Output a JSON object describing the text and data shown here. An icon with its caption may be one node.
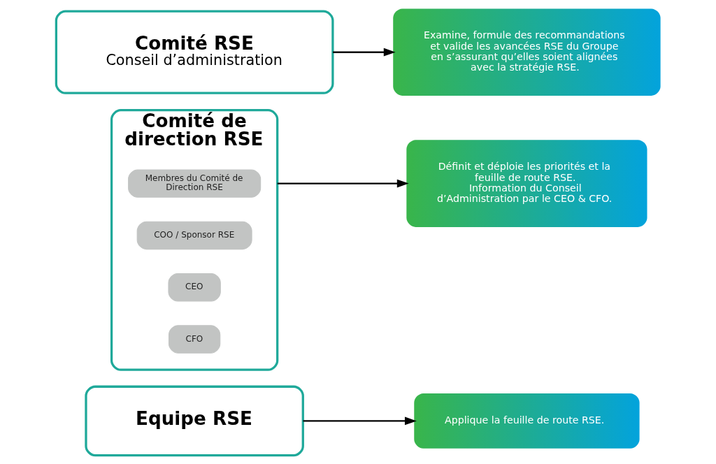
{
  "diagram": {
    "nodes": [
      {
        "text": [
          "Comité RSE",
          "Conseil d’administration"
        ]
      },
      {
        "text": [
          "Examine, formule des recommandations et valide les avancées RSE du Groupe en s’assurant qu’elles soient alignées avec la stratégie RSE."
        ]
      },
      {
        "text": [
          "Comité de direction RSE"
        ]
      },
      {
        "text": [
          "Membres du Comité de Direction RSE"
        ],
        "in": 2
      },
      {
        "text": [
          "COO / Sponsor RSE"
        ],
        "in": 2
      },
      {
        "text": [
          "CEO"
        ],
        "in": 2
      },
      {
        "text": [
          "CFO"
        ],
        "in": 2
      },
      {
        "text": [
          "Définit et déploie les priorités et la feuille de route RSE.",
          "Information du Conseil d’Administration par le CEO & CFO."
        ]
      },
      {
        "text": [
          "Equipe RSE"
        ]
      },
      {
        "text": [
          "Applique la feuille de route RSE."
        ]
      }
    ],
    "edges": [
      {
        "from": 0,
        "to": 1,
        "arrow": "to"
      },
      {
        "from": 2,
        "to": 7,
        "arrow": "to"
      },
      {
        "from": 8,
        "to": 9,
        "arrow": "to"
      }
    ]
  }
}
